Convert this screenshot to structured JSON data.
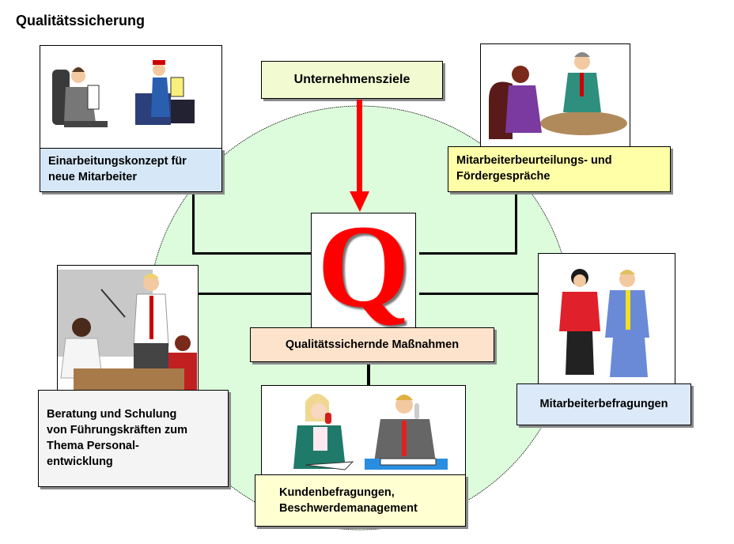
{
  "title": "Qualitätssicherung",
  "center": {
    "goal": "Unternehmensziele",
    "q_symbol": "Q",
    "measures": "Qualitätssichernde Maßnahmen"
  },
  "items": [
    {
      "label_line1": "Einarbeitungskonzept für",
      "label_line2": "neue Mitarbeiter",
      "icon": "office-workers-clipart"
    },
    {
      "label_line1": "Mitarbeiterbeurteilungs- und",
      "label_line2": "Fördergespräche",
      "icon": "meeting-clipart"
    },
    {
      "label_line1": "Beratung und Schulung",
      "label_line2": "von Führungskräften zum",
      "label_line3": "Thema Personal-",
      "label_line4": "entwicklung",
      "icon": "presentation-clipart"
    },
    {
      "label_line1": "Mitarbeiterbefragungen",
      "icon": "two-people-talking-clipart"
    },
    {
      "label_line1": "Kundenbefragungen,",
      "label_line2": "Beschwerdemanagement",
      "icon": "telephone-clipart"
    }
  ],
  "colors": {
    "circle": "#dcfcdc",
    "arrow": "#ff0000",
    "goal_box": "#f2fad2",
    "measures_box": "#fde3cc",
    "blue_box": "#d6e8f8",
    "yellow_box": "#ffffa8",
    "gray_box": "#f4f4f4",
    "light_yellow_box": "#ffffd2"
  }
}
